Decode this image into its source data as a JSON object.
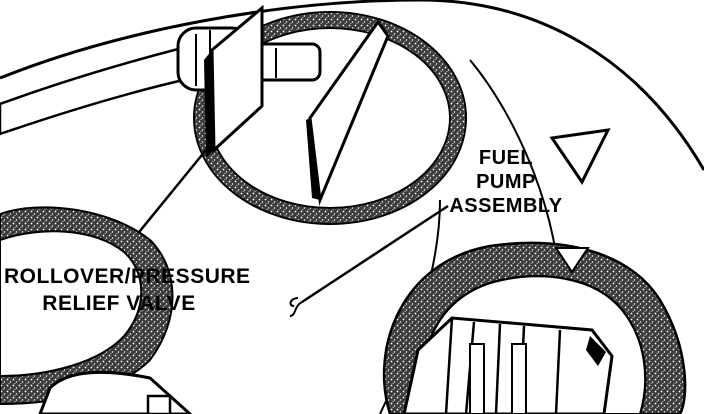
{
  "diagram": {
    "labels": {
      "valve": {
        "line1": "ROLLOVER/PRESSURE",
        "line2": "RELIEF VALVE"
      },
      "pump": {
        "line1": "FUEL",
        "line2": "PUMP",
        "line3": "ASSEMBLY"
      }
    },
    "colors": {
      "ink": "#000000",
      "paper": "#ffffff",
      "gasket": "#4a4a4a"
    }
  }
}
